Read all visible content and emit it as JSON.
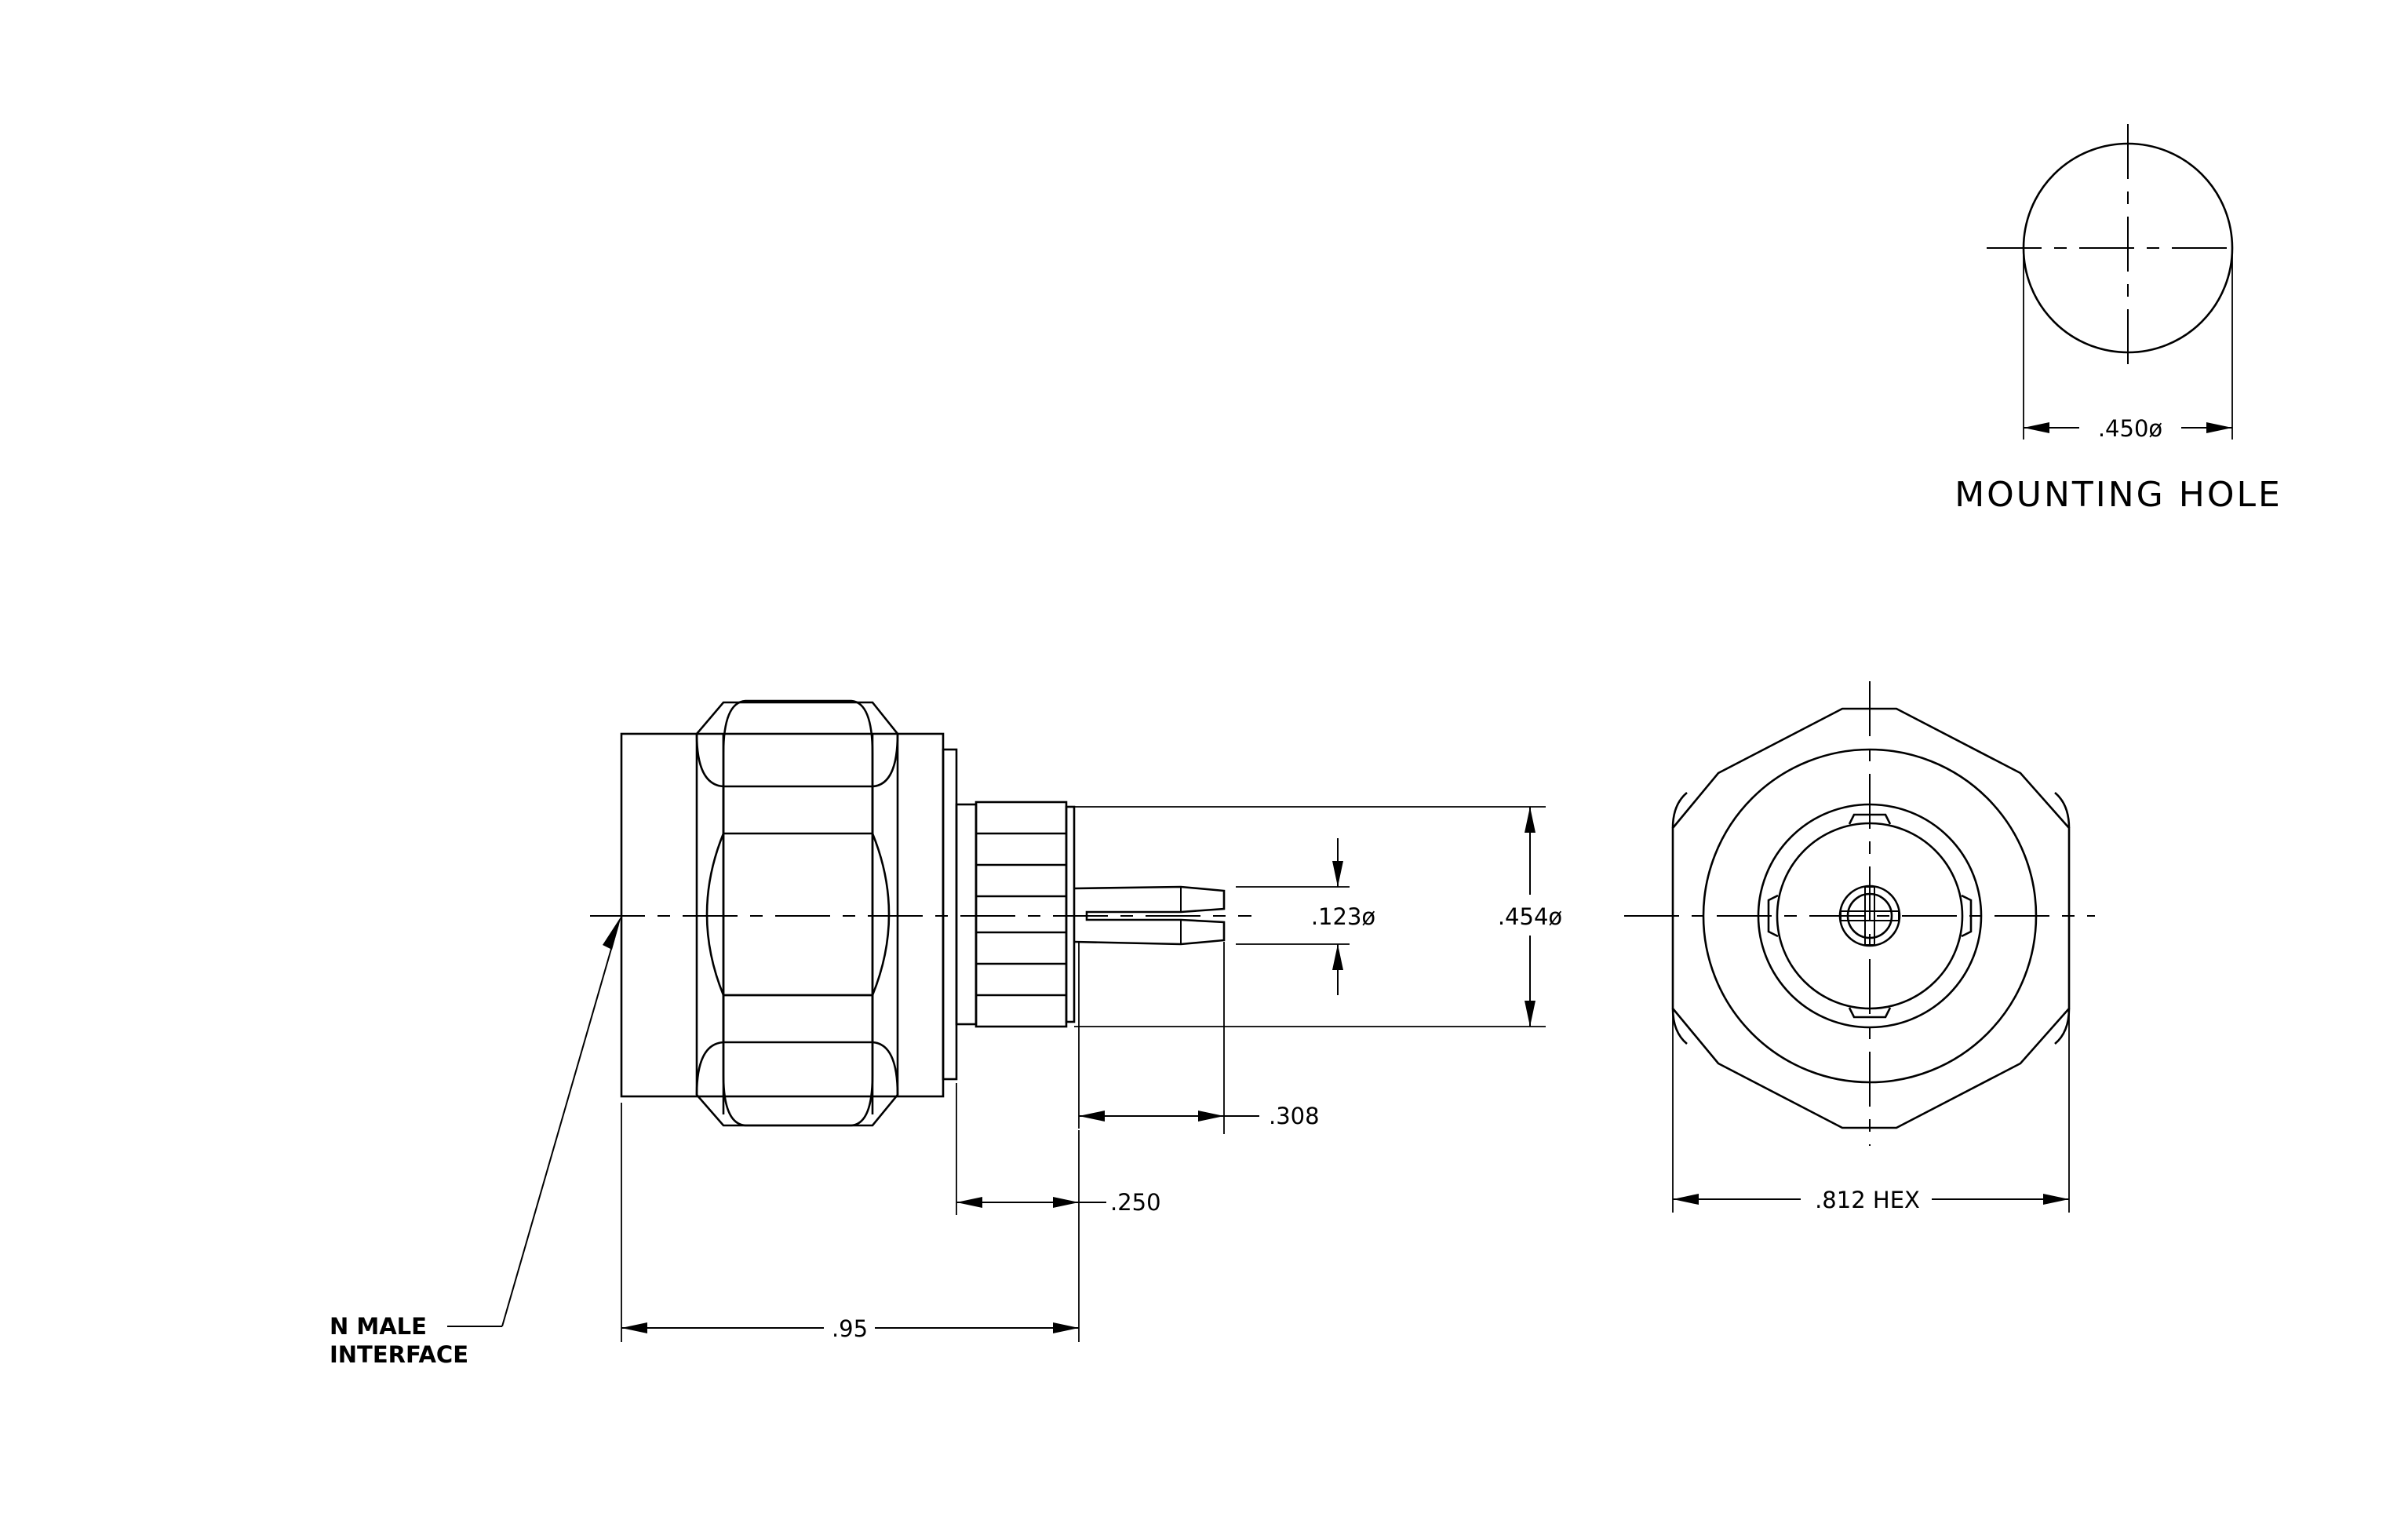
{
  "mounting_hole": {
    "diameter_label": ".450ø",
    "title": "MOUNTING HOLE"
  },
  "side_view": {
    "interface_note_line1": "N MALE",
    "interface_note_line2": "INTERFACE",
    "dim_overall_length": ".95",
    "dim_rear_length": ".250",
    "dim_pin_length": ".308",
    "dim_pin_diameter": ".123ø",
    "dim_body_diameter": ".454ø"
  },
  "end_view": {
    "dim_hex": ".812 HEX"
  }
}
